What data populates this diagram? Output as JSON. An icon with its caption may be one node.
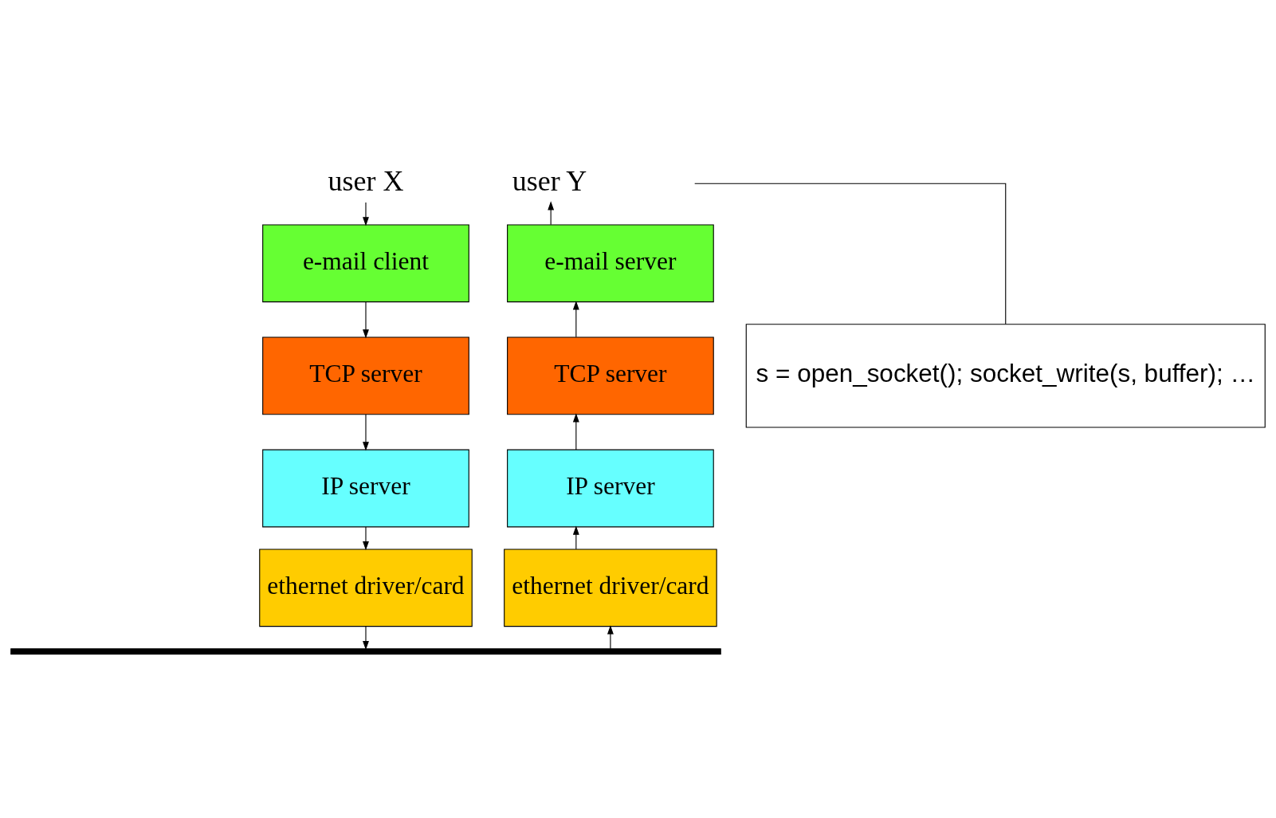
{
  "diagram": {
    "nodes": [
      {
        "text": [
          "user X"
        ]
      },
      {
        "text": [
          "e-mail client"
        ]
      },
      {
        "text": [
          "TCP server"
        ]
      },
      {
        "text": [
          "IP server"
        ]
      },
      {
        "text": [
          "ethernet driver/card"
        ]
      },
      {
        "text": [],
        "shape": "bar"
      },
      {
        "text": [
          "ethernet driver/card"
        ]
      },
      {
        "text": [
          "IP server"
        ]
      },
      {
        "text": [
          "TCP server"
        ]
      },
      {
        "text": [
          "e-mail server"
        ]
      },
      {
        "text": [
          "user Y"
        ]
      },
      {
        "text": [
          "s = open_socket(); socket_write(s, buffer); …"
        ]
      }
    ],
    "edges": [
      {
        "from": 0,
        "to": 1,
        "arrow": "to"
      },
      {
        "from": 1,
        "to": 2,
        "arrow": "to"
      },
      {
        "from": 2,
        "to": 3,
        "arrow": "to"
      },
      {
        "from": 3,
        "to": 4,
        "arrow": "to"
      },
      {
        "from": 4,
        "to": 5,
        "arrow": "to"
      },
      {
        "from": 5,
        "to": 6,
        "arrow": "to"
      },
      {
        "from": 6,
        "to": 7,
        "arrow": "to"
      },
      {
        "from": 7,
        "to": 8,
        "arrow": "to"
      },
      {
        "from": 8,
        "to": 9,
        "arrow": "to"
      },
      {
        "from": 9,
        "to": 10,
        "arrow": "to"
      },
      {
        "from": 11,
        "to": null,
        "arrow": "none"
      }
    ]
  }
}
